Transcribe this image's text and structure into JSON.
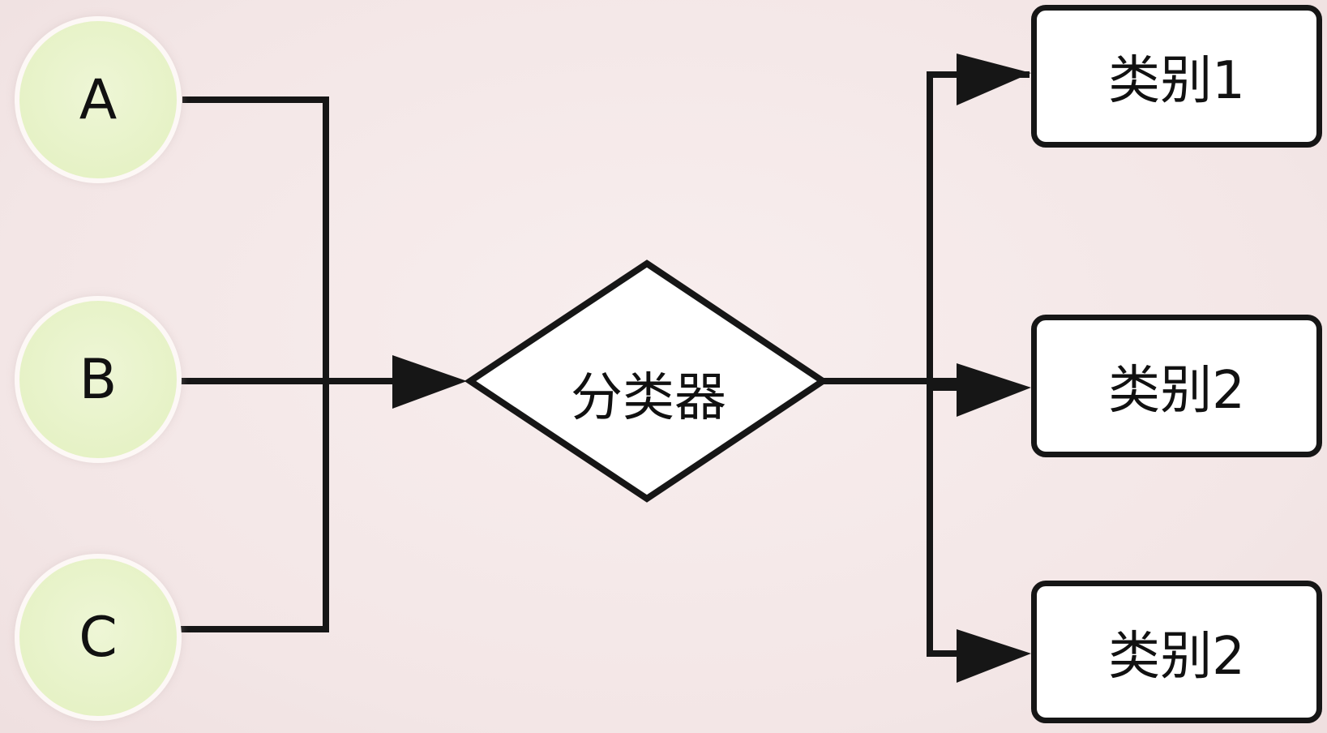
{
  "inputs": [
    {
      "id": "A",
      "label": "A"
    },
    {
      "id": "B",
      "label": "B"
    },
    {
      "id": "C",
      "label": "C"
    }
  ],
  "classifier": {
    "label": "分类器"
  },
  "categories": [
    {
      "label": "类别1"
    },
    {
      "label": "类别2"
    },
    {
      "label": "类别2"
    }
  ],
  "colors": {
    "background": "#f5e9e9",
    "input_fill": "#e6f2c6",
    "stroke": "#161616",
    "box_fill": "#ffffff"
  }
}
